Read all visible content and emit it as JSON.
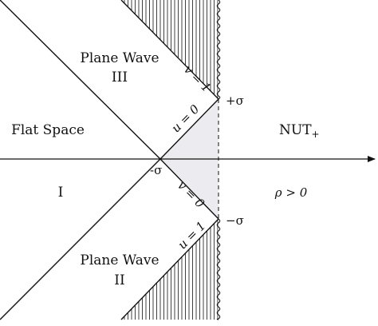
{
  "colors": {
    "line": "#111111",
    "shade": "#ececf0",
    "background": "#ffffff"
  },
  "regions": {
    "plane_wave_top": {
      "line1": "Plane Wave",
      "line2": "III"
    },
    "flat_space": "Flat Space",
    "region_one": "I",
    "nut": "NUT",
    "nut_sub": "+",
    "plane_wave_bottom": {
      "line1": "Plane Wave",
      "line2": "II"
    },
    "rho_condition": "ρ > 0"
  },
  "points": {
    "plus_sigma": "+σ",
    "minus_sigma_center": "-σ",
    "minus_sigma_right": "−σ"
  },
  "null_lines": {
    "upper_v1": "v = 1",
    "upper_u0": "u = 0",
    "lower_v0": "v = 0",
    "lower_u1": "u = 1"
  }
}
